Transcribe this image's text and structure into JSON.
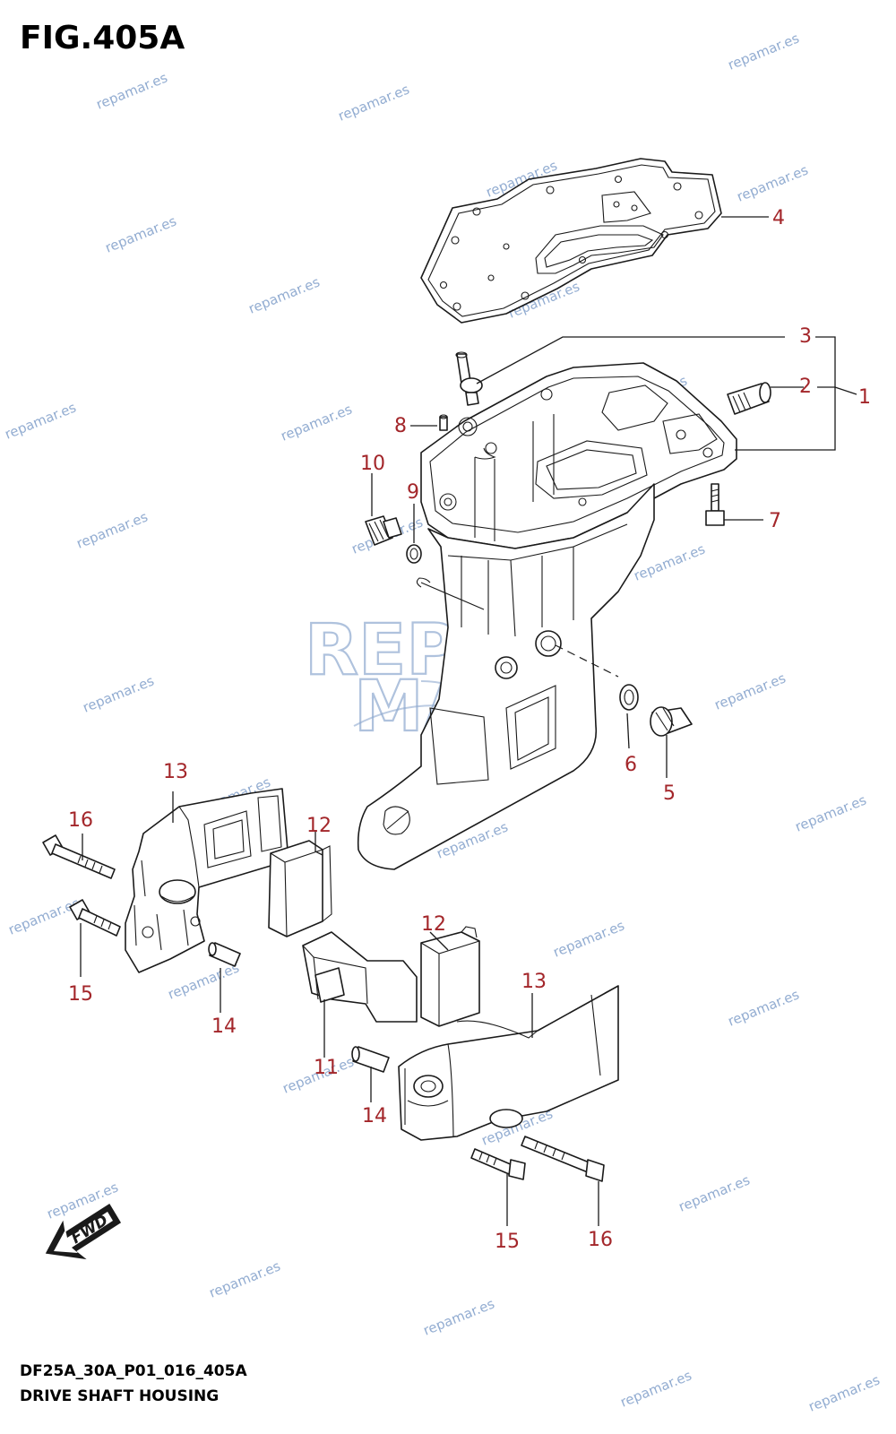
{
  "figure": {
    "title": "FIG.405A",
    "code": "DF25A_30A_P01_016_405A",
    "name": "DRIVE SHAFT HOUSING"
  },
  "callouts": {
    "c1": "1",
    "c2": "2",
    "c3": "3",
    "c4": "4",
    "c5": "5",
    "c6": "6",
    "c7": "7",
    "c8": "8",
    "c9": "9",
    "c10": "10",
    "c11": "11",
    "c12a": "12",
    "c12b": "12",
    "c13a": "13",
    "c13b": "13",
    "c14a": "14",
    "c14b": "14",
    "c15a": "15",
    "c15b": "15",
    "c16a": "16",
    "c16b": "16"
  },
  "direction_marker": {
    "label": "FWD"
  },
  "watermark": {
    "text": "repamar.es",
    "logo_top": "REP",
    "logo_bottom": "MAR"
  },
  "colors": {
    "callout": "#a3262a",
    "watermark": "#7f9ec9",
    "line": "#1a1a1a"
  }
}
